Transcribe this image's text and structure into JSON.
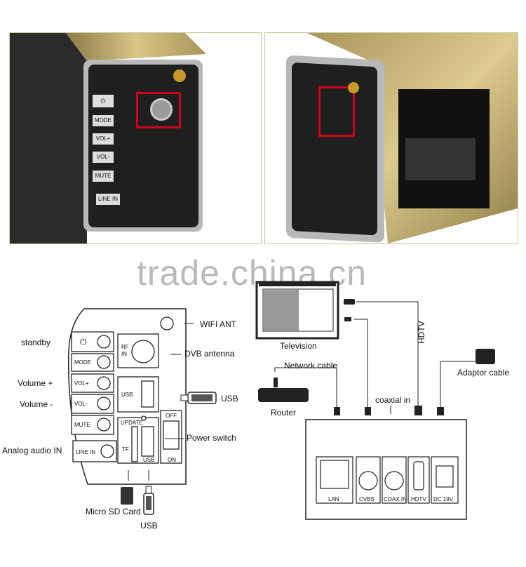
{
  "watermark": "trade.china.cn",
  "panel": {
    "buttons": [
      "⏻",
      "MODE",
      "VOL+",
      "VOL-",
      "MUTE",
      "LINE IN"
    ],
    "rf_in": "RF\nIN",
    "usb": "USB",
    "update": "UPDATE",
    "tf": "TF",
    "usb2": "USB",
    "off": "OFF",
    "on": "ON"
  },
  "callouts": {
    "standby": "standby",
    "volume_plus": "Volume +",
    "volume_minus": "Volume -",
    "analog_audio_in": "Analog audio IN",
    "wifi_ant": "WIFI ANT",
    "dvb_antenna": "DVB antenna",
    "usb": "USB",
    "power_switch": "Power switch",
    "micro_sd_card": "Micro SD Card",
    "usb_bottom": "USB"
  },
  "connection": {
    "television": "Television",
    "network_cable": "Network cable",
    "router": "Router",
    "coaxial_in": "coaxial in",
    "hdtv": "HDTV",
    "adaptor_cable": "Adaptor cable",
    "ports": [
      "LAN",
      "CVBS",
      "COAX IN",
      "HDTV",
      "DC 19V"
    ]
  }
}
